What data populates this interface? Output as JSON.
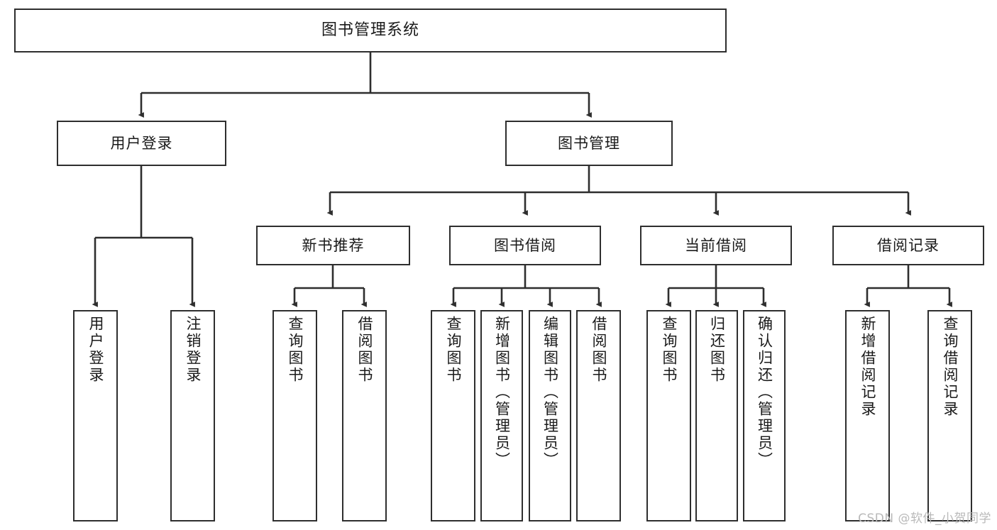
{
  "diagram": {
    "type": "tree-hierarchy-chart",
    "title": "图书管理系统",
    "watermark": "CSDN @软件_小贺同学",
    "colors": {
      "stroke": "#2e2e2e",
      "fill": "#ffffff",
      "text": "#1a1a1a",
      "watermark": "#b9b9b9"
    },
    "levels": {
      "root": {
        "label": "图书管理系统"
      },
      "level1": [
        {
          "label": "用户登录"
        },
        {
          "label": "图书管理"
        }
      ],
      "level2": [
        {
          "label": "新书推荐"
        },
        {
          "label": "图书借阅"
        },
        {
          "label": "当前借阅"
        },
        {
          "label": "借阅记录"
        }
      ]
    },
    "nodes": {
      "root": "图书管理系统",
      "user_login": "用户登录",
      "book_manage": "图书管理",
      "new_book_rec": "新书推荐",
      "book_borrow": "图书借阅",
      "current_borrow": "当前借阅",
      "borrow_record": "借阅记录",
      "leaf_user_login": "用户登录",
      "leaf_logout": "注销登录",
      "leaf_query_book_a": "查询图书",
      "leaf_borrow_book_a": "借阅图书",
      "leaf_query_book_b": "查询图书",
      "leaf_add_book": "新增图书（管理员）",
      "leaf_edit_book": "编辑图书（管理员）",
      "leaf_borrow_book_b": "借阅图书",
      "leaf_query_book_c": "查询图书",
      "leaf_return_book": "归还图书",
      "leaf_confirm_return": "确认归还（管理员）",
      "leaf_add_record": "新增借阅记录",
      "leaf_query_record": "查询借阅记录"
    },
    "edges": [
      {
        "from": "图书管理系统",
        "to": "用户登录"
      },
      {
        "from": "图书管理系统",
        "to": "图书管理"
      },
      {
        "from": "用户登录",
        "to": "用户登录"
      },
      {
        "from": "用户登录",
        "to": "注销登录"
      },
      {
        "from": "图书管理",
        "to": "新书推荐"
      },
      {
        "from": "图书管理",
        "to": "图书借阅"
      },
      {
        "from": "图书管理",
        "to": "当前借阅"
      },
      {
        "from": "图书管理",
        "to": "借阅记录"
      },
      {
        "from": "新书推荐",
        "to": "查询图书"
      },
      {
        "from": "新书推荐",
        "to": "借阅图书"
      },
      {
        "from": "图书借阅",
        "to": "查询图书"
      },
      {
        "from": "图书借阅",
        "to": "新增图书（管理员）"
      },
      {
        "from": "图书借阅",
        "to": "编辑图书（管理员）"
      },
      {
        "from": "图书借阅",
        "to": "借阅图书"
      },
      {
        "from": "当前借阅",
        "to": "查询图书"
      },
      {
        "from": "当前借阅",
        "to": "归还图书"
      },
      {
        "from": "当前借阅",
        "to": "确认归还（管理员）"
      },
      {
        "from": "借阅记录",
        "to": "新增借阅记录"
      },
      {
        "from": "借阅记录",
        "to": "查询借阅记录"
      }
    ]
  }
}
